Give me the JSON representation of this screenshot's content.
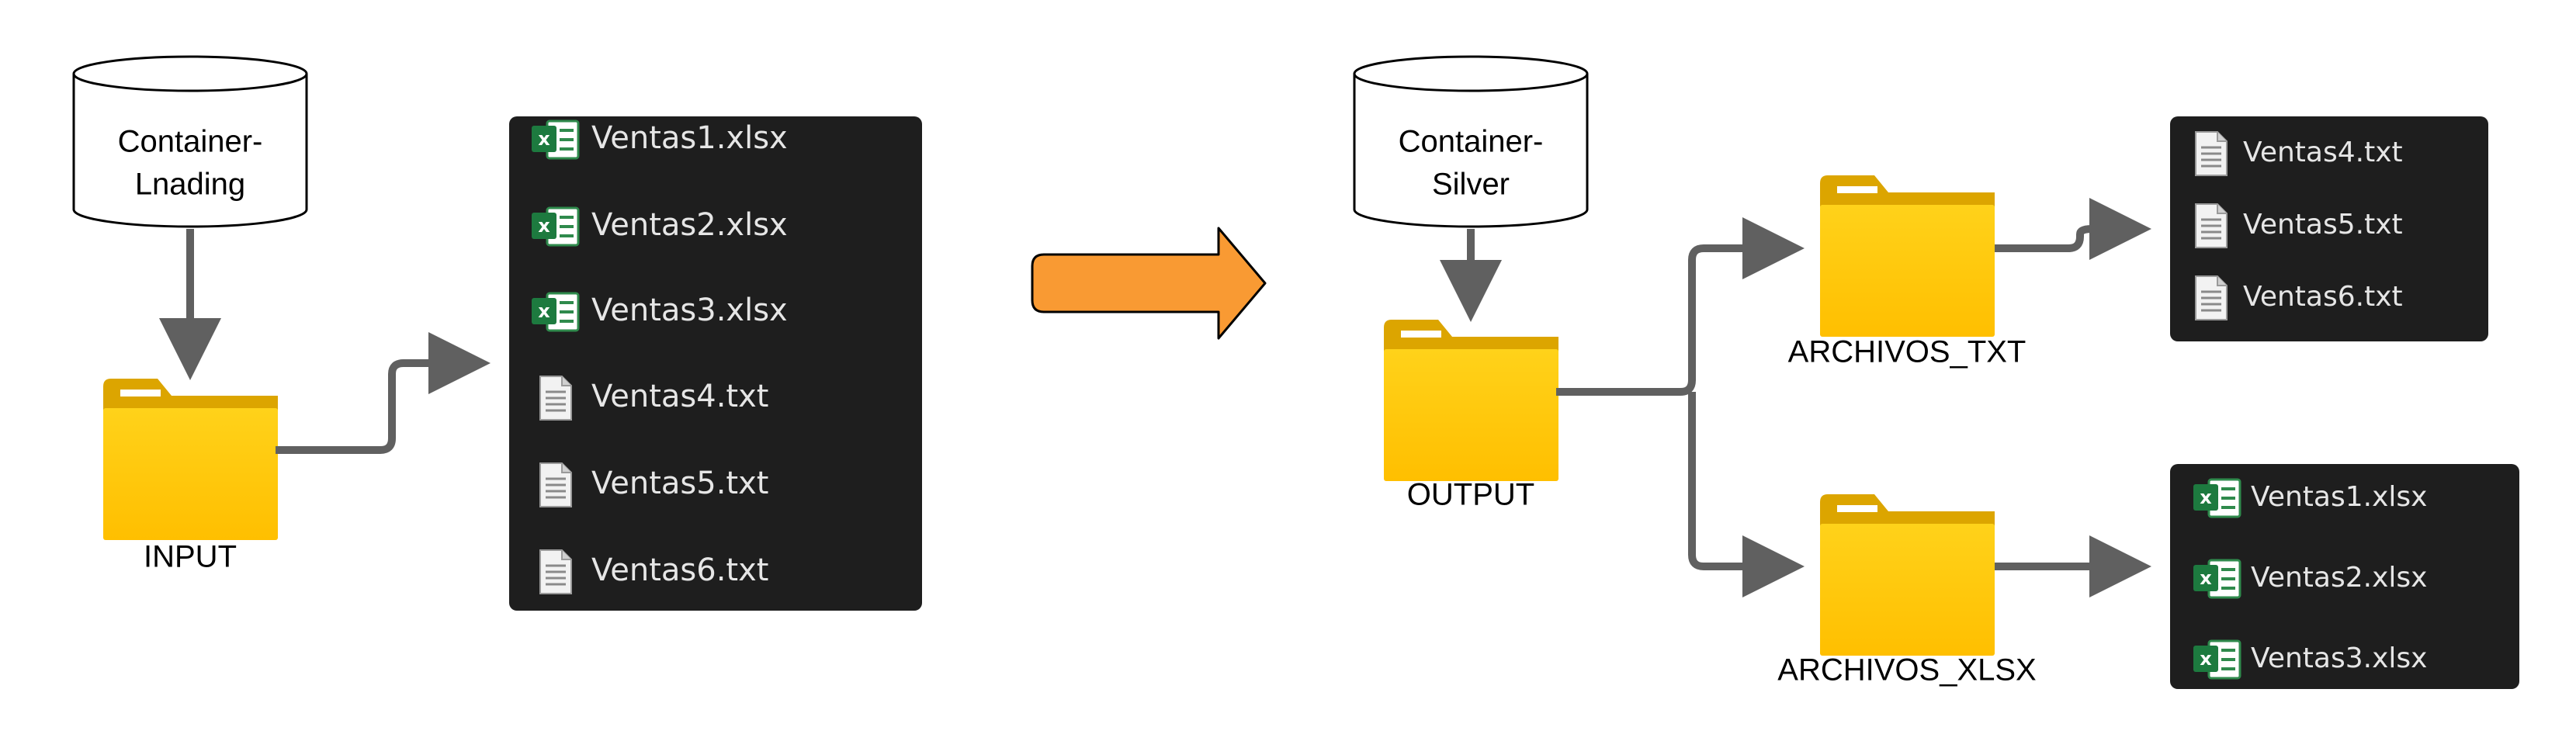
{
  "left": {
    "container_line1": "Container-",
    "container_line2": "Lnading",
    "folder_label": "INPUT",
    "files": [
      {
        "name": "Ventas1.xlsx",
        "icon": "excel-icon"
      },
      {
        "name": "Ventas2.xlsx",
        "icon": "excel-icon"
      },
      {
        "name": "Ventas3.xlsx",
        "icon": "excel-icon"
      },
      {
        "name": "Ventas4.txt",
        "icon": "text-file-icon"
      },
      {
        "name": "Ventas5.txt",
        "icon": "text-file-icon"
      },
      {
        "name": "Ventas6.txt",
        "icon": "text-file-icon"
      }
    ]
  },
  "right": {
    "container_line1": "Container-",
    "container_line2": "Silver",
    "folder_label": "OUTPUT",
    "txt_folder_label": "ARCHIVOS_TXT",
    "xlsx_folder_label": "ARCHIVOS_XLSX",
    "txt_files": [
      {
        "name": "Ventas4.txt",
        "icon": "text-file-icon"
      },
      {
        "name": "Ventas5.txt",
        "icon": "text-file-icon"
      },
      {
        "name": "Ventas6.txt",
        "icon": "text-file-icon"
      }
    ],
    "xlsx_files": [
      {
        "name": "Ventas1.xlsx",
        "icon": "excel-icon"
      },
      {
        "name": "Ventas2.xlsx",
        "icon": "excel-icon"
      },
      {
        "name": "Ventas3.xlsx",
        "icon": "excel-icon"
      }
    ]
  },
  "colors": {
    "folder": "#ffc400",
    "folder_tab": "#e0a800",
    "panel": "#1e1e1e",
    "connector": "#606060",
    "big_arrow": "#f99a33"
  }
}
